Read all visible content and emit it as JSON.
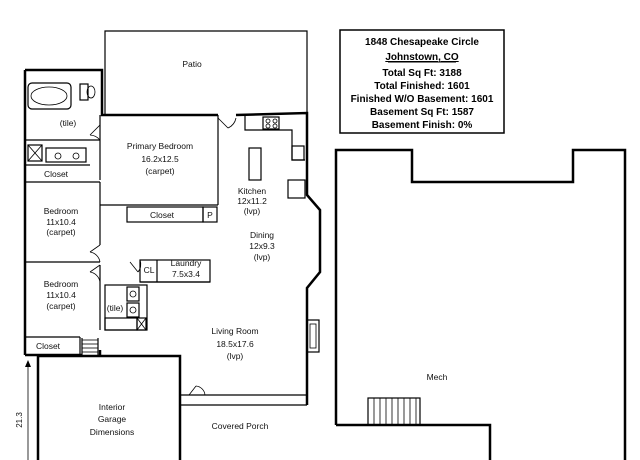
{
  "info": {
    "address": "1848 Chesapeake Circle",
    "city": "Johnstown, CO",
    "total_sqft": "Total Sq Ft:  3188",
    "total_finished": "Total Finished:  1601",
    "finished_wo_basement": "Finished W/O Basement:  1601",
    "basement_sqft": "Basement Sq Ft:  1587",
    "basement_finish": "Basement Finish:  0%"
  },
  "rooms": {
    "patio": "Patio",
    "tile_bath": "(tile)",
    "closet_top": "Closet",
    "primary_bedroom": {
      "name": "Primary Bedroom",
      "size": "16.2x12.5",
      "floor": "(carpet)"
    },
    "closet_primary": "Closet",
    "pantry": "P",
    "kitchen": {
      "name": "Kitchen",
      "size": "12x11.2",
      "floor": "(lvp)"
    },
    "dining": {
      "name": "Dining",
      "size": "12x9.3",
      "floor": "(lvp)"
    },
    "bedroom1": {
      "name": "Bedroom",
      "size": "11x10.4",
      "floor": "(carpet)"
    },
    "bedroom2": {
      "name": "Bedroom",
      "size": "11x10.4",
      "floor": "(carpet)"
    },
    "laundry": {
      "name": "Laundry",
      "size": "7.5x3.4"
    },
    "closet_laundry": "CL",
    "tile_bath2": "(tile)",
    "living_room": {
      "name": "Living Room",
      "size": "18.5x17.6",
      "floor": "(lvp)"
    },
    "closet_bottom": "Closet",
    "garage": {
      "line1": "Interior",
      "line2": "Garage",
      "line3": "Dimensions"
    },
    "garage_dim": "21.3",
    "covered_porch": "Covered Porch",
    "mech": "Mech"
  }
}
